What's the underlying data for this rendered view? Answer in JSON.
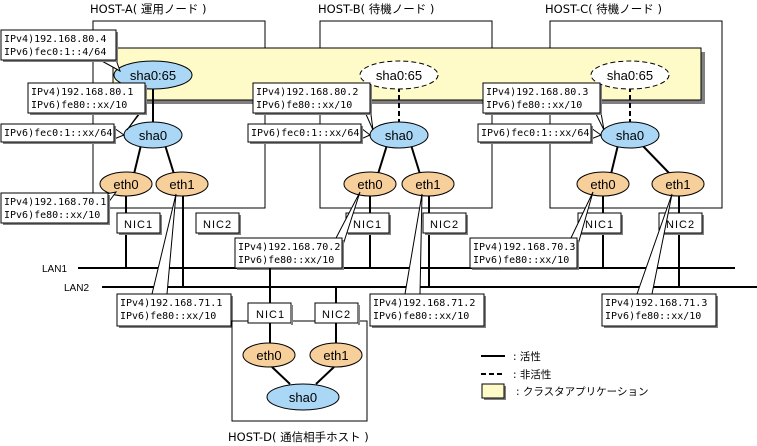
{
  "colors": {
    "sha_fill": "#a9d7f5",
    "eth_fill": "#f7cf9a",
    "app_fill": "#fefbc8",
    "line": "#000000",
    "shadow": "#808080"
  },
  "hosts": [
    {
      "id": "host-a",
      "title": "HOST-A( 運用ノード )",
      "virtual": {
        "label": "sha0:65",
        "state": "active"
      },
      "virtual_callout": [
        "IPv4)192.168.80.4",
        "IPv6)fec0:1::4/64"
      ],
      "sha0": {
        "label": "sha0"
      },
      "sha0_callout": [
        "IPv4)192.168.80.1",
        "IPv6)fe80::xx/10"
      ],
      "sha0_ipv6_callout": [
        "IPv6)fec0:1::xx/64"
      ],
      "eth0": {
        "label": "eth0"
      },
      "eth1": {
        "label": "eth1"
      },
      "eth0_callout": [
        "IPv4)192.168.70.1",
        "IPv6)fe80::xx/10"
      ],
      "eth1_callout": [
        "IPv4)192.168.71.1",
        "IPv6)fe80::xx/10"
      ],
      "nic1": "NIC1",
      "nic2": "NIC2"
    },
    {
      "id": "host-b",
      "title": "HOST-B( 待機ノード )",
      "virtual": {
        "label": "sha0:65",
        "state": "inactive"
      },
      "sha0": {
        "label": "sha0"
      },
      "sha0_callout": [
        "IPv4)192.168.80.2",
        "IPv6)fe80::xx/10"
      ],
      "sha0_ipv6_callout": [
        "IPv6)fec0:1::xx/64"
      ],
      "eth0": {
        "label": "eth0"
      },
      "eth1": {
        "label": "eth1"
      },
      "eth0_callout": [
        "IPv4)192.168.70.2",
        "IPv6)fe80::xx/10"
      ],
      "eth1_callout": [
        "IPv4)192.168.71.2",
        "IPv6)fe80::xx/10"
      ],
      "nic1": "NIC1",
      "nic2": "NIC2"
    },
    {
      "id": "host-c",
      "title": "HOST-C( 待機ノード )",
      "virtual": {
        "label": "sha0:65",
        "state": "inactive"
      },
      "sha0": {
        "label": "sha0"
      },
      "sha0_callout": [
        "IPv4)192.168.80.3",
        "IPv6)fe80::xx/10"
      ],
      "sha0_ipv6_callout": [
        "IPv6)fec0:1::xx/64"
      ],
      "eth0": {
        "label": "eth0"
      },
      "eth1": {
        "label": "eth1"
      },
      "eth0_callout": [
        "IPv4)192.168.70.3",
        "IPv6)fe80::xx/10"
      ],
      "eth1_callout": [
        "IPv4)192.168.71.3",
        "IPv6)fe80::xx/10"
      ],
      "nic1": "NIC1",
      "nic2": "NIC2"
    }
  ],
  "host_d": {
    "title": "HOST-D( 通信相手ホスト )",
    "sha0": "sha0",
    "eth0": "eth0",
    "eth1": "eth1",
    "nic1": "NIC1",
    "nic2": "NIC2"
  },
  "lans": [
    "LAN1",
    "LAN2"
  ],
  "legend": {
    "active": ": 活性",
    "inactive": ": 非活性",
    "cluster_app": ": クラスタアプリケーション"
  }
}
